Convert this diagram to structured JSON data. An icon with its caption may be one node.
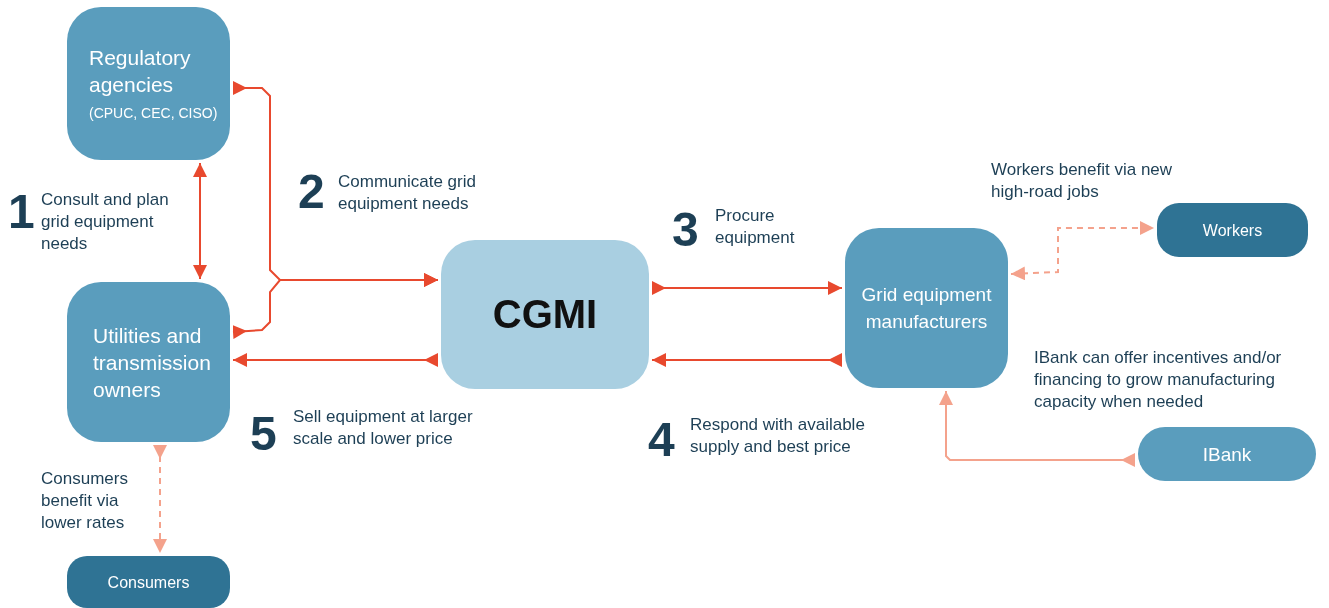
{
  "diagram": {
    "nodes": [
      {
        "text": [
          "Regulatory agencies",
          "(CPUC, CEC, CISO)"
        ]
      },
      {
        "text": [
          "Utilities and transmission owners"
        ]
      },
      {
        "text": [
          "Consumers"
        ]
      },
      {
        "text": [
          "CGMI"
        ]
      },
      {
        "text": [
          "Grid equipment manufacturers"
        ]
      },
      {
        "text": [
          "Workers"
        ]
      },
      {
        "text": [
          "IBank"
        ]
      }
    ],
    "edges": [
      {
        "from": 0,
        "to": 1,
        "arrow": "both"
      },
      {
        "from": 0,
        "to": 3,
        "arrow": "to"
      },
      {
        "from": 1,
        "to": 3,
        "arrow": "to"
      },
      {
        "from": 3,
        "to": 4,
        "arrow": "to"
      },
      {
        "from": 4,
        "to": 3,
        "arrow": "to"
      },
      {
        "from": 3,
        "to": 1,
        "arrow": "to"
      },
      {
        "from": 1,
        "to": 2,
        "arrow": "to",
        "style": "dashed",
        "color": "#f4a28c"
      },
      {
        "from": 4,
        "to": 5,
        "arrow": "both",
        "style": "dashed",
        "color": "#f4a28c"
      },
      {
        "from": 6,
        "to": 4,
        "arrow": "to",
        "color": "#f4a28c"
      }
    ],
    "labels": [
      "1",
      "Consult and plan grid equipment needs",
      "2",
      "Communicate grid equipment needs",
      "Workers benefit via new high-road jobs",
      "3",
      "Procure equipment",
      "IBank can offer incentives and/or financing to grow manufacturing capacity when needed",
      "5",
      "Sell equipment at larger scale and lower price",
      "4",
      "Respond with available supply and best price",
      "Consumers benefit via lower rates"
    ]
  }
}
